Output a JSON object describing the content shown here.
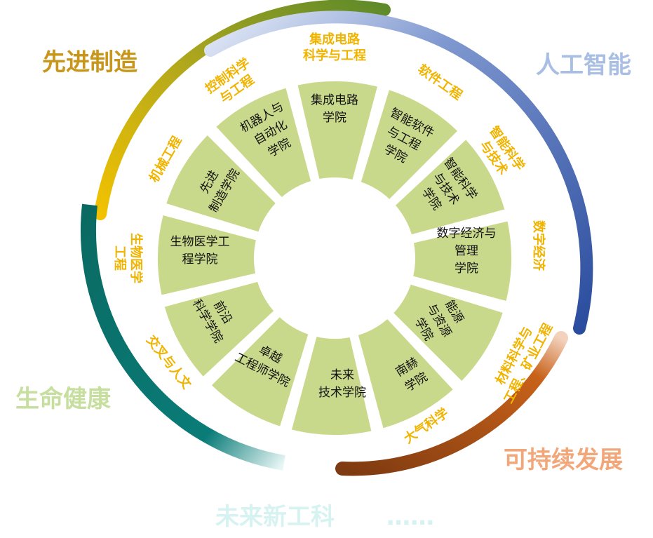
{
  "colors": {
    "segment": "#c9d98c",
    "major_label": "#f0b400",
    "advanced_manufacturing": "#c8961a",
    "artificial_intelligence": "#a9bee3",
    "life_health": "#c6de9e",
    "sustainable_development": "#f2a77a",
    "future_engineering": "#d6f3f1"
  },
  "categories": {
    "advanced_manufacturing": "先进制造",
    "artificial_intelligence": "人工智能",
    "life_health": "生命健康",
    "sustainable_development": "可持续发展",
    "future_engineering": "未来新工科",
    "ellipsis": "……"
  },
  "colleges": [
    {
      "lines": [
        "集成电路",
        "学院"
      ]
    },
    {
      "lines": [
        "智能软件",
        "与工程",
        "学院"
      ]
    },
    {
      "lines": [
        "智能科学",
        "与技术",
        "学院"
      ]
    },
    {
      "lines": [
        "数字经济与",
        "管理",
        "学院"
      ]
    },
    {
      "lines": [
        "能源",
        "与资源",
        "学院"
      ]
    },
    {
      "lines": [
        "南赫",
        "学院"
      ]
    },
    {
      "lines": [
        "未来",
        "技术学院"
      ]
    },
    {
      "lines": [
        "卓越",
        "工程师学院"
      ]
    },
    {
      "lines": [
        "前沿",
        "科学学院"
      ]
    },
    {
      "lines": [
        "生物医学工",
        "程学院"
      ]
    },
    {
      "lines": [
        "先进",
        "制造学院"
      ]
    },
    {
      "lines": [
        "机器人与",
        "自动化",
        "学院"
      ]
    }
  ],
  "majors": [
    {
      "lines": [
        "集成电路",
        "科学与工程"
      ]
    },
    {
      "lines": [
        "软件工程"
      ]
    },
    {
      "lines": [
        "智能科学",
        "与技术"
      ]
    },
    {
      "lines": [
        "数字经济"
      ]
    },
    {
      "lines": [
        "材料科学与",
        "工程、矿业工程"
      ]
    },
    {
      "lines": [
        "大气科学"
      ]
    },
    {
      "lines": [
        "交叉与人文"
      ]
    },
    {
      "lines": [
        "生物医学",
        "工程"
      ]
    },
    {
      "lines": [
        "机械工程"
      ]
    },
    {
      "lines": [
        "控制科学",
        "与工程"
      ]
    }
  ]
}
